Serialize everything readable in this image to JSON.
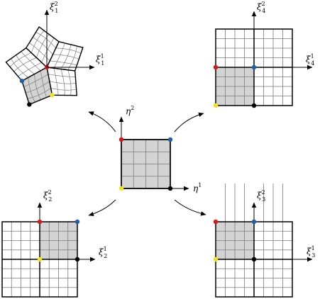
{
  "colors": {
    "red": "#d3181e",
    "blue": "#1f5fa8",
    "yellow": "#f2e21a",
    "black": "#000000",
    "shade": "#d3d3d3",
    "grid": "#7a7a7a"
  },
  "labels": {
    "eta_x": {
      "base": "η",
      "idx": "1"
    },
    "eta_y": {
      "base": "η",
      "idx": "2"
    },
    "p1_x": {
      "base": "ξ",
      "sub": "1",
      "sup": "1"
    },
    "p1_y": {
      "base": "ξ",
      "sub": "1",
      "sup": "2"
    },
    "p4_x": {
      "base": "ξ",
      "sub": "4",
      "sup": "1"
    },
    "p4_y": {
      "base": "ξ",
      "sub": "4",
      "sup": "2"
    },
    "p2_x": {
      "base": "ξ",
      "sub": "2",
      "sup": "1"
    },
    "p2_y": {
      "base": "ξ",
      "sub": "2",
      "sup": "2"
    },
    "p3_x": {
      "base": "ξ",
      "sub": "3",
      "sup": "1"
    },
    "p3_y": {
      "base": "ξ",
      "sub": "3",
      "sup": "2"
    }
  }
}
